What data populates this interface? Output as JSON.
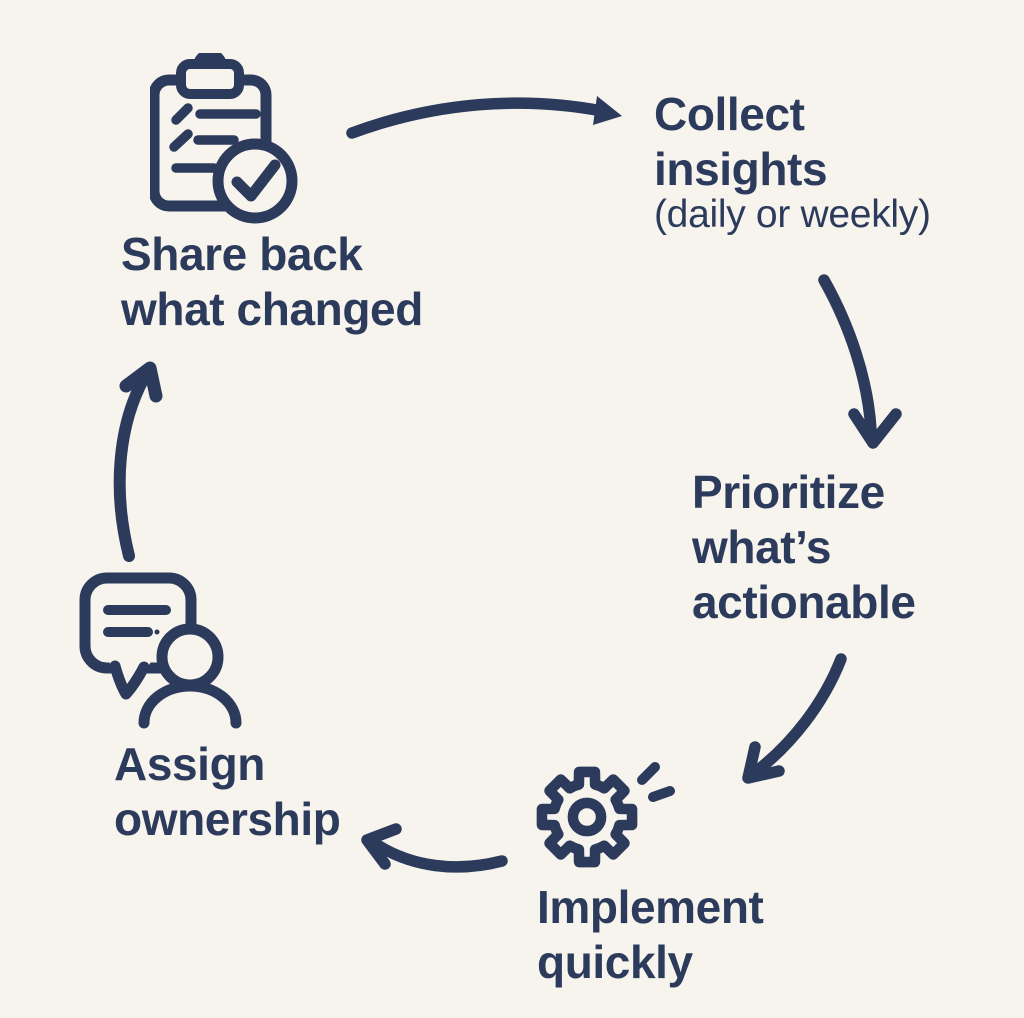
{
  "page": {
    "background_color": "#f7f4ed",
    "ink_color": "#2c3a5c"
  },
  "diagram": {
    "type": "cycle",
    "steps": [
      {
        "id": "collect-insights",
        "label": "Collect\ninsights",
        "sublabel": "(daily or weekly)",
        "icon": null
      },
      {
        "id": "prioritize",
        "label": "Prioritize\nwhat’s\nactionable",
        "icon": null
      },
      {
        "id": "implement-quickly",
        "label": "Implement\nquickly",
        "icon": "gear-icon"
      },
      {
        "id": "assign-ownership",
        "label": "Assign\nownership",
        "icon": "chat-person-icon"
      },
      {
        "id": "share-back",
        "label": "Share back\nwhat changed",
        "icon": "clipboard-check-icon"
      }
    ],
    "arrows": [
      {
        "from": "share-back",
        "to": "collect-insights"
      },
      {
        "from": "collect-insights",
        "to": "prioritize"
      },
      {
        "from": "prioritize",
        "to": "implement-quickly"
      },
      {
        "from": "implement-quickly",
        "to": "assign-ownership"
      },
      {
        "from": "assign-ownership",
        "to": "share-back"
      }
    ]
  }
}
